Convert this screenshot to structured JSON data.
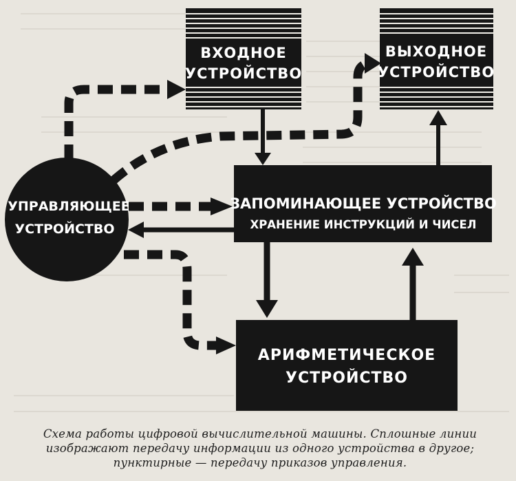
{
  "diagram": {
    "nodes": {
      "input_device": {
        "lines": [
          "ВХОДНОЕ",
          "УСТРОЙСТВО"
        ]
      },
      "output_device": {
        "lines": [
          "ВЫХОДНОЕ",
          "УСТРОЙСТВО"
        ]
      },
      "control_unit": {
        "lines": [
          "УПРАВЛЯЮЩЕЕ",
          "УСТРОЙСТВО"
        ]
      },
      "memory_unit": {
        "lines": [
          "ЗАПОМИНАЮЩЕЕ УСТРОЙСТВО",
          "ХРАНЕНИЕ ИНСТРУКЦИЙ И ЧИСЕЛ"
        ]
      },
      "arithmetic_unit": {
        "lines": [
          "АРИФМЕТИЧЕСКОЕ",
          "УСТРОЙСТВО"
        ]
      }
    },
    "caption": [
      "Схема работы цифровой вычислительной машины. Сплошные линии",
      "изображают передачу информации из одного устройства в другое;",
      "пунктирные — передачу приказов управления."
    ]
  },
  "colors": {
    "ink": "#161616",
    "paper": "#e9e6df",
    "stripe": "#f2f0ea"
  }
}
